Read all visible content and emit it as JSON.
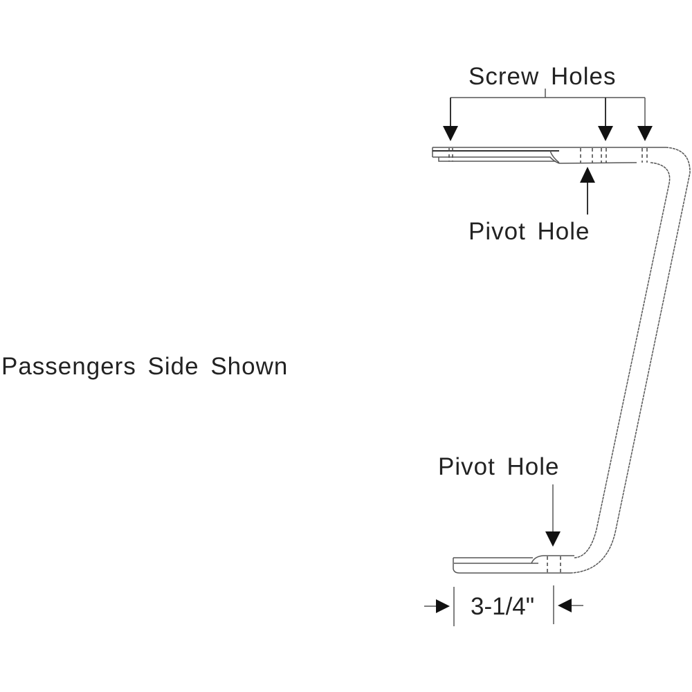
{
  "labels": {
    "screw_holes": "Screw Holes",
    "pivot_hole_top": "Pivot Hole",
    "pivot_hole_bottom": "Pivot Hole",
    "side_shown": "Passengers Side Shown",
    "dimension": "3-1/4\""
  }
}
